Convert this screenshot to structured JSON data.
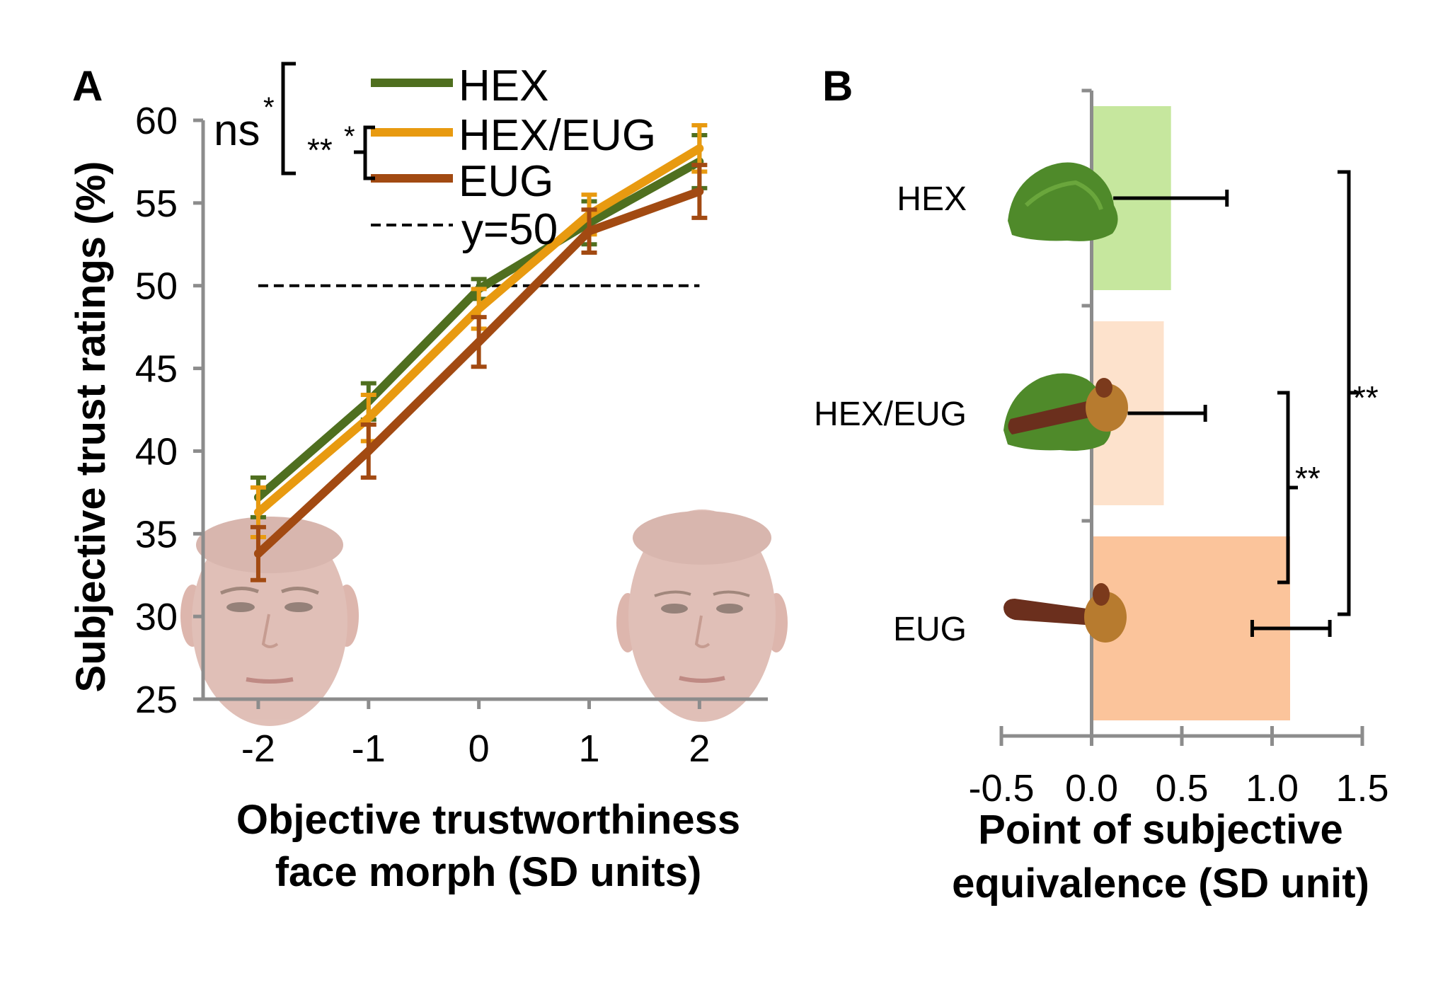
{
  "chart_data": [
    {
      "panel": "A",
      "type": "line",
      "ylabel": "Subjective trust ratings (%)",
      "xlabel_lines": [
        "Objective trustworthiness",
        "face morph (SD units)"
      ],
      "x": [
        -2,
        -1,
        0,
        1,
        2
      ],
      "x_tick_labels": [
        "-2",
        "-1",
        "0",
        "1",
        "2"
      ],
      "y_ticks": [
        25,
        30,
        35,
        40,
        45,
        50,
        55,
        60
      ],
      "ylim": [
        25,
        60
      ],
      "series": [
        {
          "name": "HEX",
          "color": "#4f6f1f",
          "values": [
            37.2,
            43.0,
            49.8,
            53.8,
            57.5
          ],
          "errors": [
            1.2,
            1.1,
            0.6,
            1.3,
            1.6
          ]
        },
        {
          "name": "HEX/EUG",
          "color": "#e89a10",
          "values": [
            36.3,
            42.0,
            48.6,
            54.3,
            58.3
          ],
          "errors": [
            1.5,
            1.4,
            1.2,
            1.2,
            1.4
          ]
        },
        {
          "name": "EUG",
          "color": "#a24a12",
          "values": [
            33.8,
            40.0,
            46.6,
            53.3,
            55.7
          ],
          "errors": [
            1.6,
            1.6,
            1.5,
            1.3,
            1.6
          ]
        }
      ],
      "reference_line": {
        "name": "y=50",
        "y": 50,
        "x_range": [
          -2,
          2
        ]
      },
      "significance": [
        {
          "label": "ns",
          "star": "*"
        },
        {
          "label": "**",
          "star": "*"
        }
      ],
      "legend": "top"
    },
    {
      "panel": "B",
      "type": "bar",
      "orientation": "horizontal",
      "xlabel_lines": [
        "Point of subjective",
        "equivalence (SD unit)"
      ],
      "categories": [
        "HEX",
        "HEX/EUG",
        "EUG"
      ],
      "values": [
        0.44,
        0.4,
        1.1
      ],
      "errors": [
        0.75,
        0.63,
        1.32
      ],
      "error_low": [
        0.12,
        0.2,
        0.89
      ],
      "colors": [
        "#c6e79e",
        "#fde2cc",
        "#fbc49b"
      ],
      "x_ticks": [
        -0.5,
        0.0,
        0.5,
        1.0,
        1.5
      ],
      "x_tick_labels": [
        "-0.5",
        "0.0",
        "0.5",
        "1.0",
        "1.5"
      ],
      "xlim": [
        -0.5,
        1.5
      ],
      "significance": [
        {
          "between": [
            "HEX",
            "EUG"
          ],
          "label": "**"
        },
        {
          "between": [
            "HEX/EUG",
            "EUG"
          ],
          "label": "**"
        }
      ]
    }
  ]
}
